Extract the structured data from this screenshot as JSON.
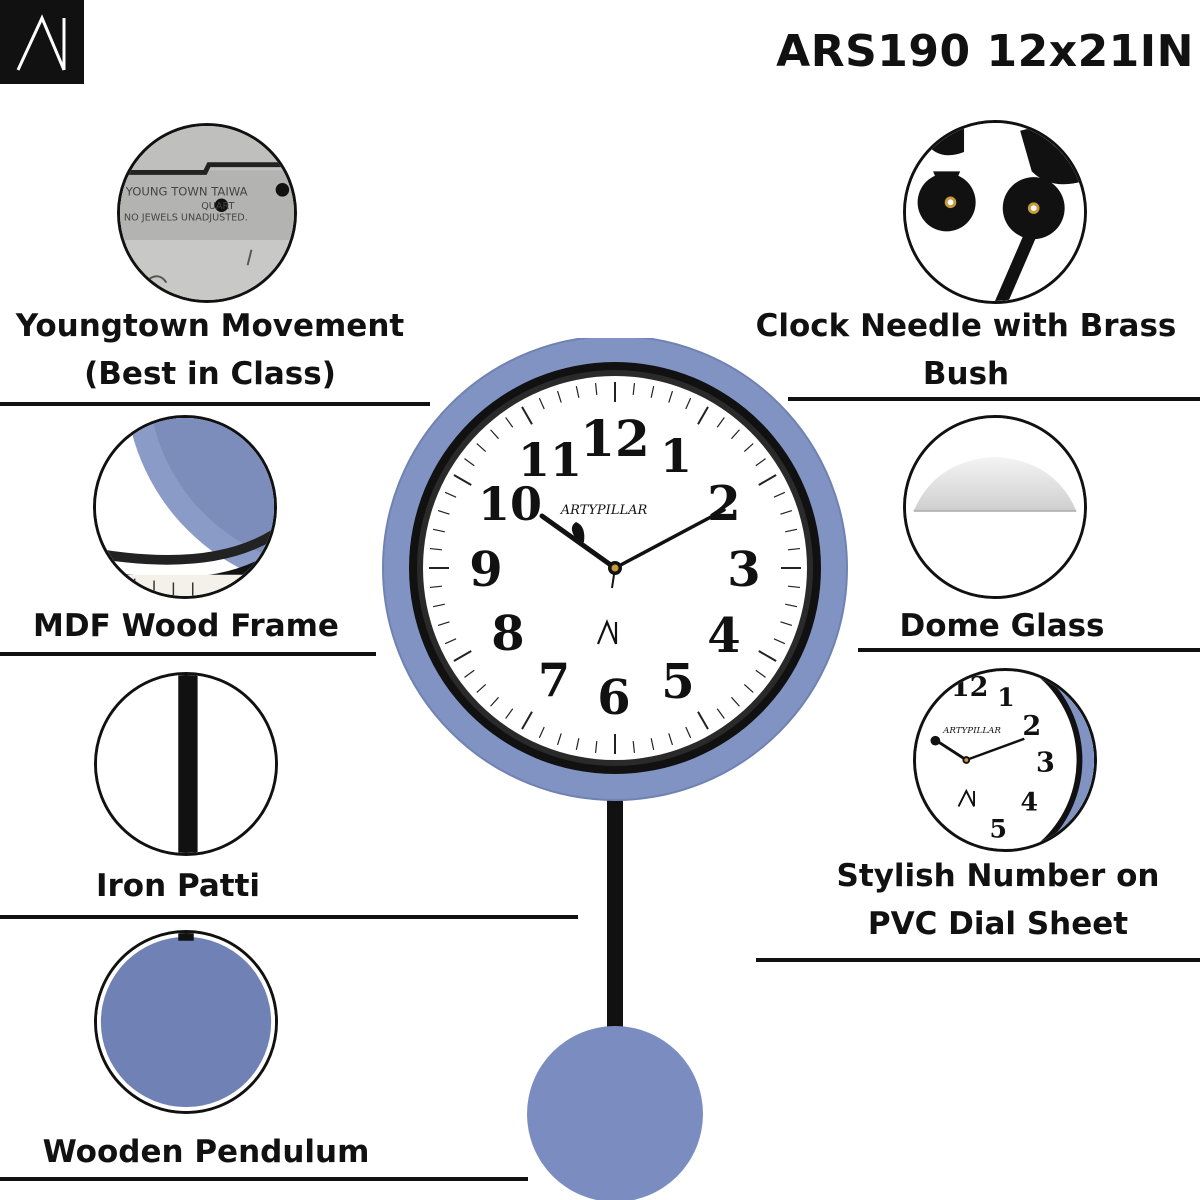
{
  "header": {
    "model_title": "ARS190 12x21IN"
  },
  "brand": {
    "logo_icon": "artypillar-a-logo-icon",
    "dial_brand": "ARTYPILLAR"
  },
  "features_left": [
    {
      "label_line1": "Youngtown Movement",
      "label_line2": "(Best in Class)",
      "icon": "movement-closeup-icon"
    },
    {
      "label_line1": "MDF Wood Frame",
      "icon": "wood-frame-closeup-icon"
    },
    {
      "label_line1": "Iron Patti",
      "icon": "iron-rod-closeup-icon"
    },
    {
      "label_line1": "Wooden Pendulum",
      "icon": "pendulum-disc-icon"
    }
  ],
  "features_right": [
    {
      "label_line1": "Clock Needle with Brass",
      "label_line2": "Bush",
      "icon": "clock-hands-closeup-icon"
    },
    {
      "label_line1": "Dome Glass",
      "icon": "dome-glass-icon"
    },
    {
      "label_line1": "Stylish Number on",
      "label_line2": "PVC Dial Sheet",
      "icon": "dial-closeup-icon"
    }
  ],
  "movement_text": {
    "line1": "YOUNG TOWN TAIWA",
    "line2": "QUART",
    "line3": "NO JEWELS UNADJUSTED."
  },
  "dial_numbers": [
    "12",
    "1",
    "2",
    "3",
    "4",
    "5",
    "6",
    "7",
    "8",
    "9",
    "10",
    "11"
  ],
  "colors": {
    "frame_blue": "#8093c2",
    "ring_black": "#111111",
    "dial_white": "#ffffff",
    "text_black": "#111111"
  }
}
